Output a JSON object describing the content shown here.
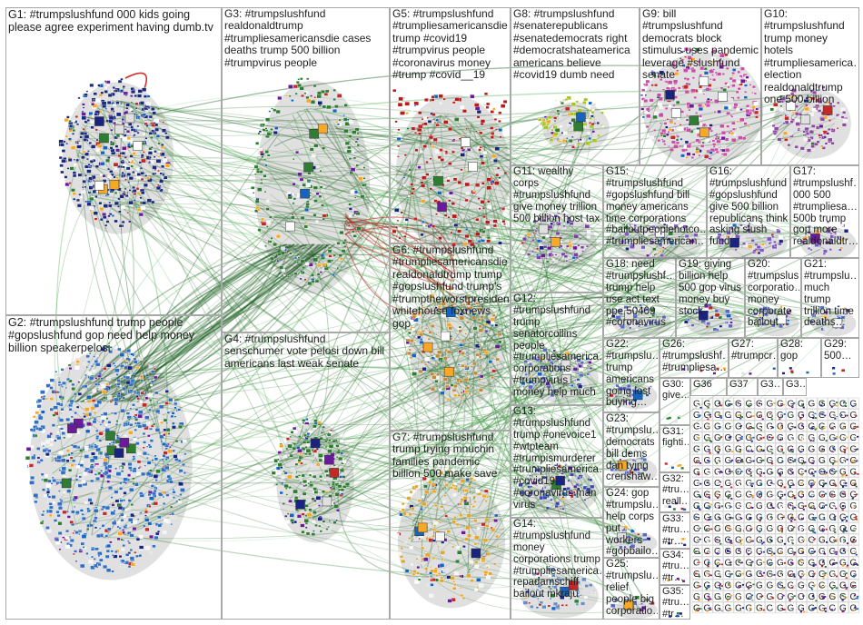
{
  "title": "",
  "groups": [
    {
      "id": "G1",
      "label": "G1: #trumpslushfund 000 kids going please agree experiment having dumb.tv",
      "color": "#1c2a7a"
    },
    {
      "id": "G2",
      "label": "G2: #trumpslushfund trump people #gopslushfund gop need help money billion speakerpelosi",
      "color": "#2f6fc4"
    },
    {
      "id": "G3",
      "label": "G3: #trumpslushfund realdonaldtrump #trumpliesamericansdie cases deaths trump 500 billion #trumpvirus people",
      "color": "#2e7d32"
    },
    {
      "id": "G4",
      "label": "G4: #trumpslushfund senschumer vote pelosi down bill americans last weak senate",
      "color": "#2e7d32"
    },
    {
      "id": "G5",
      "label": "G5: #trumpslushfund #trumpliesamericansdie trump #covid19 #trumpvirus people #coronavirus money #trump #covid__19",
      "color": "#b71c1c"
    },
    {
      "id": "G6",
      "label": "G6: #trumpslushfund #trumpliesamericansdie realdonaldtrump trump #gopslushfund trump's #trumptheworstpresiden… whitehouse foxnews gop",
      "color": "#c28a3a"
    },
    {
      "id": "G7",
      "label": "G7: #trumpslushfund trump trying mnuchin families pandemic billion 500 make save",
      "color": "#e0a830"
    },
    {
      "id": "G8",
      "label": "G8: #trumpslushfund #senaterepublicans #senatedemocrats right #democratshateamerica americans believe #covid19 dumb need",
      "color": "#a8c428"
    },
    {
      "id": "G9",
      "label": "G9: bill #trumpslushfund democrats block stimulus uses pandemic leverage #slushfund senate",
      "color": "#c94fa4"
    },
    {
      "id": "G10",
      "label": "G10: #trumpslushfund trump money hotels #trumpliesamerica… election realdonaldtrump one 500 billion",
      "color": "#8e4aa0"
    },
    {
      "id": "G11",
      "label": "G11: wealthy corps #trumpslushfund give money trillion 500 billion host tax",
      "color": "#7b3fa8"
    },
    {
      "id": "G12",
      "label": "G12: #trumpslushfund trump senatorcollins people #trumpliesamerica… corporations #trumpvirus money help much",
      "color": "#5c6bc0"
    },
    {
      "id": "G13",
      "label": "G13: #trumpslushfund trump #onevoice1 #wtpteam #trumpismurderer #trumpliesamerica… #covid19 #coronavirus man virus",
      "color": "#3949ab"
    },
    {
      "id": "G14",
      "label": "G14: #trumpslushfund money corporations trump #trumpliesamerica… repadamschiff bailout mkraju",
      "color": "#6a8fbf"
    },
    {
      "id": "G15",
      "label": "G15: #trumpslushfund #gopslushfund bill money americans time corporations #bailoutpeoplenotco… #trumpliesamerican…",
      "color": "#7e57c2"
    },
    {
      "id": "G16",
      "label": "G16: #trumpslushfund #gopslushfund give 500 billion republicans think asking slush fund",
      "color": "#7e57c2"
    },
    {
      "id": "G17",
      "label": "G17: #trumpslushf… 000 500 #trumpliesa… 500b trump gop more realdonaldtr…",
      "color": "#7e57c2"
    },
    {
      "id": "G18",
      "label": "G18: need #trumpslushf… trump help use act text ppe 50409 #coronavirus",
      "color": "#5c6bc0"
    },
    {
      "id": "G19",
      "label": "G19: giving billion help 500 gop virus money buy stock",
      "color": "#5c6bc0"
    },
    {
      "id": "G20",
      "label": "G20: #trumpslush… corporatio… money corporate bailout…",
      "color": "#5c6bc0"
    },
    {
      "id": "G21",
      "label": "G21: #trumpslu… much trump trillion time deaths…",
      "color": "#5c6bc0"
    },
    {
      "id": "G22",
      "label": "G22: #trumpslu… trump americans going lost buying…",
      "color": "#5c6bc0"
    },
    {
      "id": "G23",
      "label": "G23: #trumpslu… democrats bill dems dan tying crenshaw…",
      "color": "#5c6bc0"
    },
    {
      "id": "G24",
      "label": "G24: gop #trumpslu… help corps put workers #gopbailo…",
      "color": "#5c6bc0"
    },
    {
      "id": "G25",
      "label": "G25: #trumpslu… relief people big corporatio…",
      "color": "#5c6bc0"
    },
    {
      "id": "G26",
      "label": "G26: #trumpslushf… #trumpliesa…",
      "color": "#5c6bc0"
    },
    {
      "id": "G27",
      "label": "G27: #trumpcr…",
      "color": "#5c6bc0"
    },
    {
      "id": "G28",
      "label": "G28: gop",
      "color": "#5c6bc0"
    },
    {
      "id": "G29",
      "label": "G29: 500…",
      "color": "#5c6bc0"
    },
    {
      "id": "G30",
      "label": "G30: give…",
      "color": "#5c6bc0"
    },
    {
      "id": "G31",
      "label": "G31: fighti…",
      "color": "#5c6bc0"
    },
    {
      "id": "G32",
      "label": "G32: #tru… reall…",
      "color": "#5c6bc0"
    },
    {
      "id": "G33",
      "label": "G33: #tru… #tr…",
      "color": "#5c6bc0"
    },
    {
      "id": "G34",
      "label": "G34: #tru… #tr…",
      "color": "#5c6bc0"
    },
    {
      "id": "G35",
      "label": "G35: #tru… #tr…",
      "color": "#5c6bc0"
    },
    {
      "id": "G36",
      "label": "G36",
      "color": "#5c6bc0"
    },
    {
      "id": "G37",
      "label": "G37",
      "color": "#5c6bc0"
    },
    {
      "id": "G38",
      "label": "G3…",
      "color": "#5c6bc0"
    },
    {
      "id": "G39",
      "label": "G3…",
      "color": "#5c6bc0"
    }
  ],
  "small_label": "G"
}
